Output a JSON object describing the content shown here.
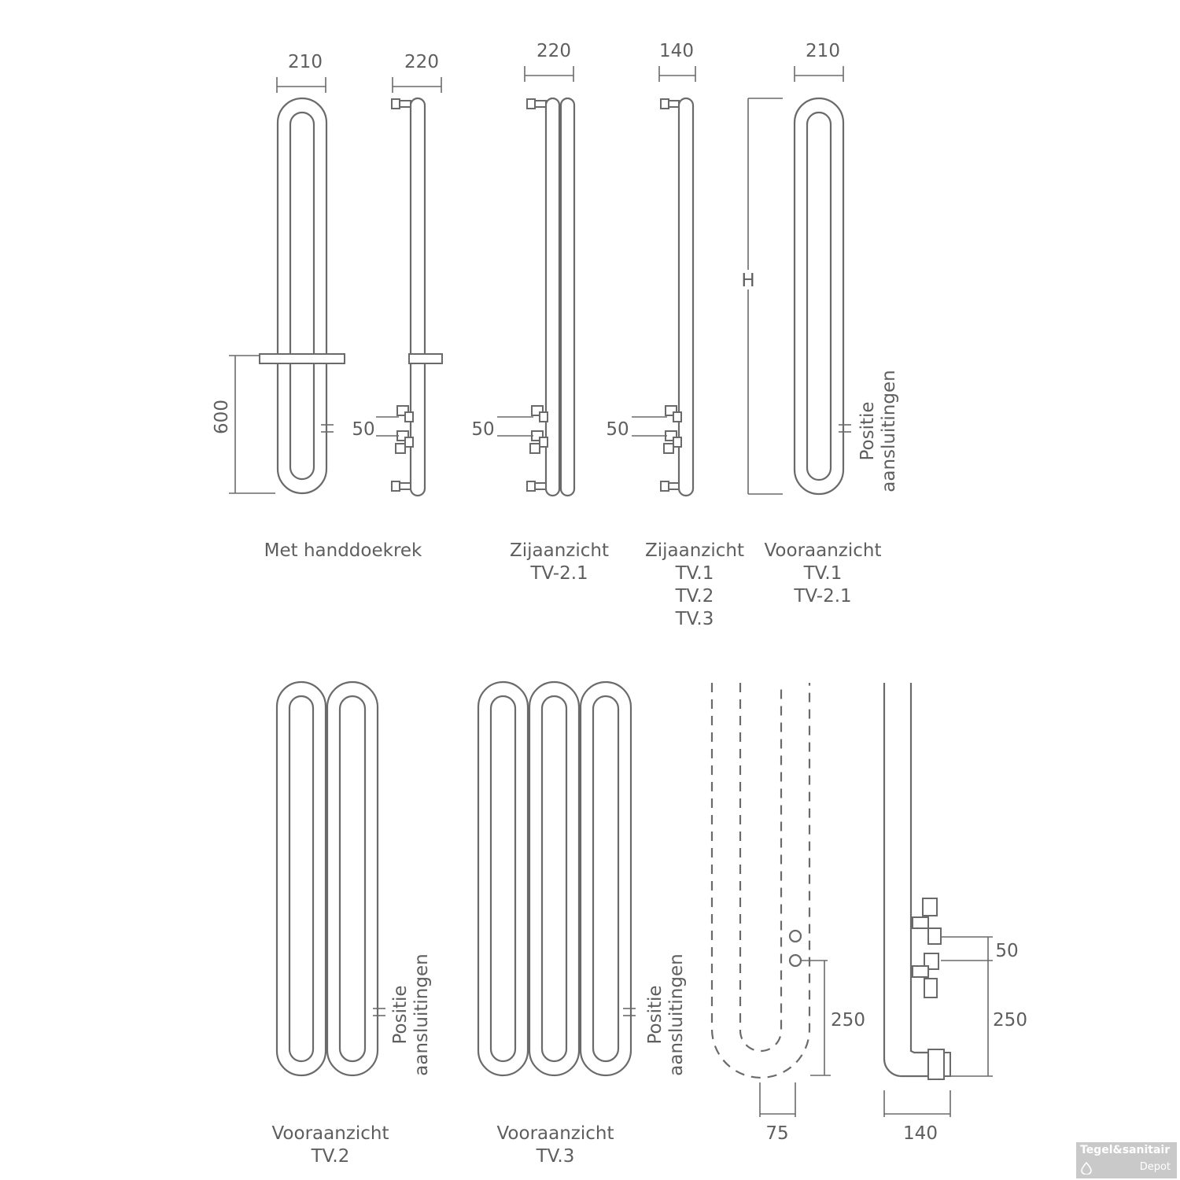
{
  "dimensions": {
    "w210_a": "210",
    "w220_a": "220",
    "w220_b": "220",
    "w140_a": "140",
    "w210_b": "210",
    "h600": "600",
    "d50_a": "50",
    "d50_b": "50",
    "d50_c": "50",
    "height_H": "H",
    "d250_a": "250",
    "d50_d": "50",
    "d250_b": "250",
    "w75": "75",
    "w140_b": "140"
  },
  "labels": {
    "pos_line1": "Positie",
    "pos_line2": "aansluitingen"
  },
  "captions": {
    "towel": "Met handdoekrek",
    "side_tv21": [
      "Zijaanzicht",
      "TV-2.1"
    ],
    "side_tv": [
      "Zijaanzicht",
      "TV.1",
      "TV.2",
      "TV.3"
    ],
    "front_tv1": [
      "Vooraanzicht",
      "TV.1",
      "TV-2.1"
    ],
    "front_tv2": [
      "Vooraanzicht",
      "TV.2"
    ],
    "front_tv3": [
      "Vooraanzicht",
      "TV.3"
    ]
  },
  "logo": {
    "line1": "Tegel&sanitair",
    "line2": "Depot",
    "icon": "water-drop-icon"
  }
}
